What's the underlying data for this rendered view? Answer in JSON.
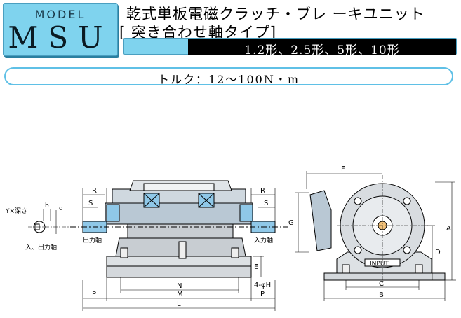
{
  "header": {
    "model_label": "MODEL",
    "model_name": "MSU",
    "title": "乾式単板電磁クラッチ・ブレ ーキユニット",
    "subtitle": "[ 突き合わせ軸タイプ]",
    "sizes": "1.2形、2.5形、5形、10形",
    "torque": "トルク：12～100N・m"
  },
  "drawing": {
    "side_view": {
      "dims": {
        "R_left": "R",
        "S_left": "S",
        "R_right": "R",
        "S_right": "S",
        "N": "N",
        "M": "M",
        "L": "L",
        "P_left": "P",
        "P_right": "P",
        "E": "E",
        "H": "4-φH"
      },
      "labels": {
        "output_shaft": "出力軸",
        "input_shaft": "入力軸",
        "keyway": "Y×深さ",
        "b": "b",
        "d": "d",
        "shaft_caption": "入、出力軸"
      }
    },
    "front_view": {
      "dims": {
        "F": "F",
        "G": "G",
        "A": "A",
        "D": "D",
        "C": "C",
        "B": "B"
      },
      "plate": "INPUT"
    }
  },
  "colors": {
    "accent_blue": "#7fd3ee",
    "body_gray": "#c8cdd2",
    "shaft_blue": "#8fc8e8"
  }
}
